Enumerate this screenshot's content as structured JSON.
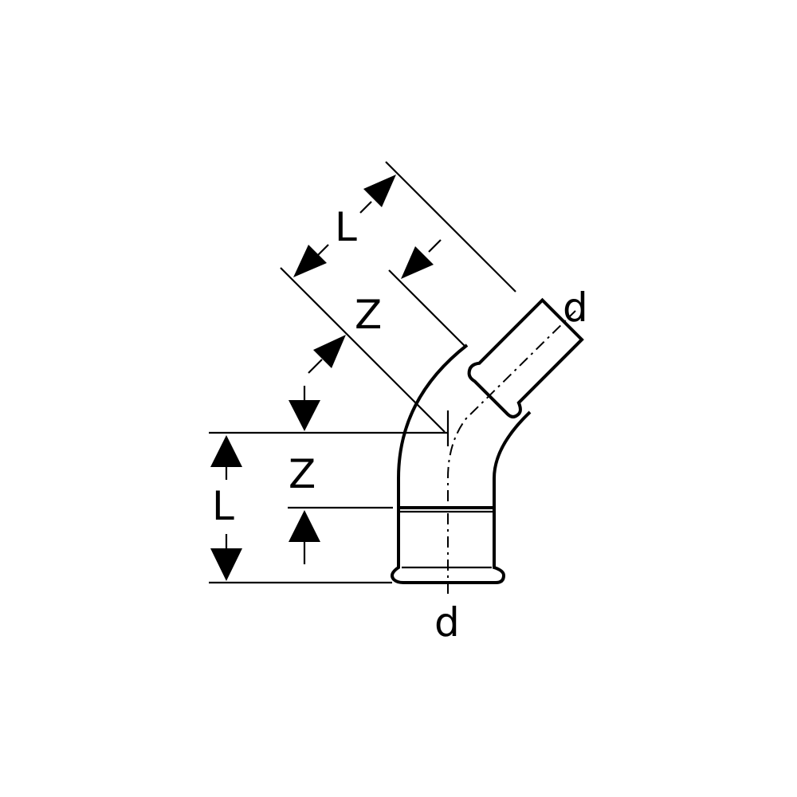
{
  "labels": {
    "length_diagonal": "L",
    "z_diagonal": "Z",
    "diameter_top": "d",
    "z_vertical": "Z",
    "length_vertical": "L",
    "diameter_bottom": "d"
  },
  "colors": {
    "line": "#000000",
    "background": "#ffffff"
  }
}
